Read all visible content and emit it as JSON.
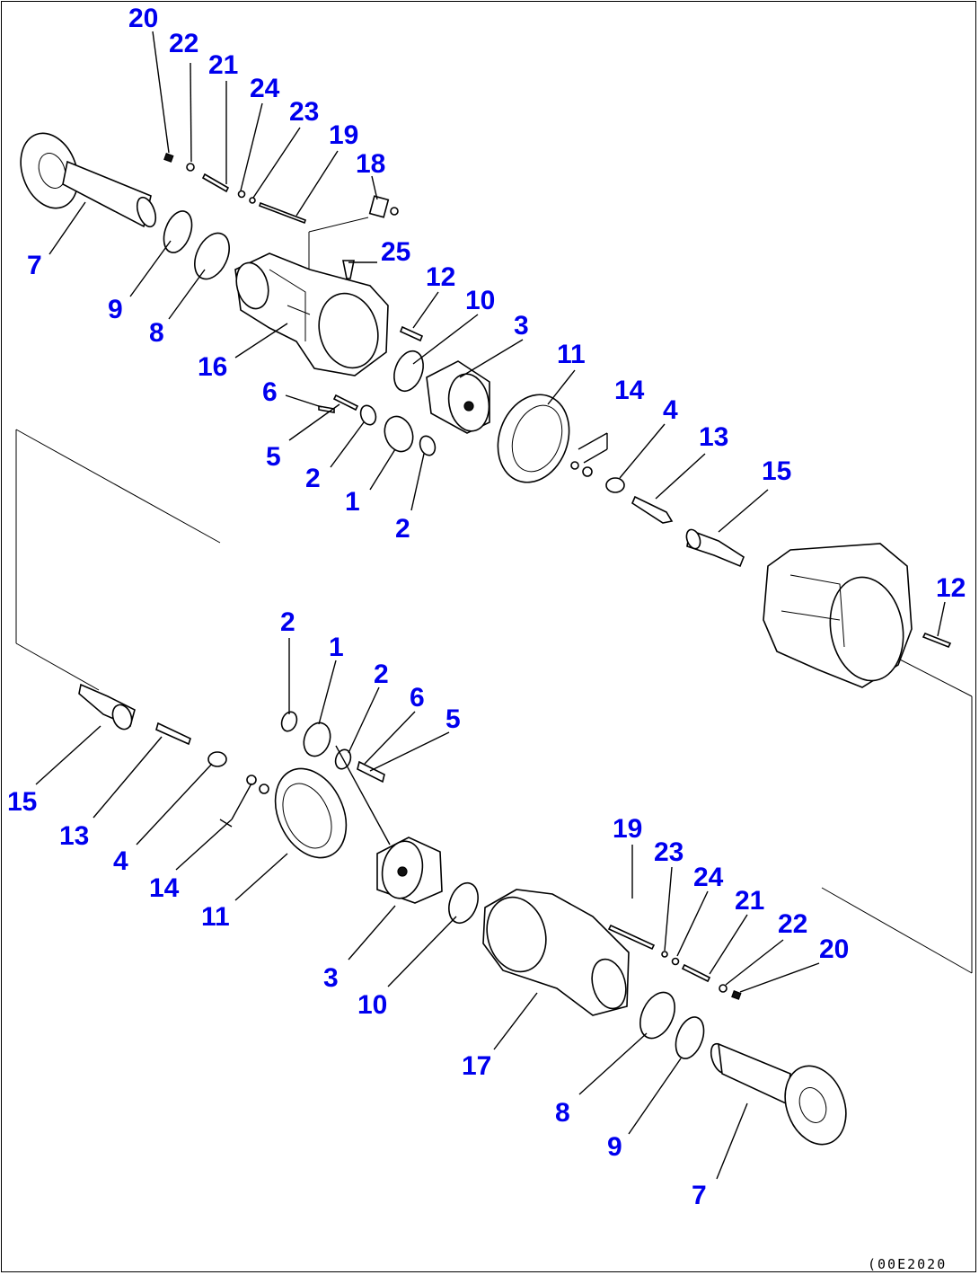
{
  "diagram": {
    "callouts": [
      "20",
      "22",
      "21",
      "24",
      "23",
      "19",
      "18",
      "25",
      "7",
      "9",
      "8",
      "16",
      "12",
      "10",
      "3",
      "11",
      "14",
      "4",
      "13",
      "15",
      "6",
      "5",
      "2",
      "1",
      "17"
    ],
    "drawing_code": "(00E2020"
  }
}
